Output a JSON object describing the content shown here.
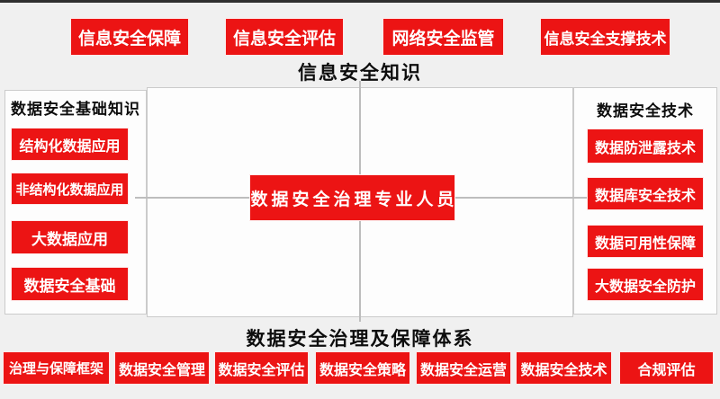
{
  "colors": {
    "red": "#ec1414",
    "bg": "#f0f0f0",
    "panel": "#fdfdfd",
    "border": "#cbcbcb",
    "line": "#bdbdbd",
    "topline": "#2f2f2f",
    "ink": "#0d0d0d"
  },
  "top_row": {
    "items": [
      "信息安全保障",
      "信息安全评估",
      "网络安全监管",
      "信息安全支撑技术"
    ]
  },
  "header_label": "信息安全知识",
  "left_panel": {
    "title": "数据安全基础知识",
    "items": [
      "结构化数据应用",
      "非结构化数据应用",
      "大数据应用",
      "数据安全基础"
    ]
  },
  "center": {
    "label": "数据安全治理专业人员"
  },
  "right_panel": {
    "title": "数据安全技术",
    "items": [
      "数据防泄露技术",
      "数据库安全技术",
      "数据可用性保障",
      "大数据安全防护"
    ]
  },
  "bottom_section": {
    "title": "数据安全治理及保障体系",
    "items": [
      "治理与保障框架",
      "数据安全管理",
      "数据安全评估",
      "数据安全策略",
      "数据安全运营",
      "数据安全技术",
      "合规评估"
    ]
  }
}
